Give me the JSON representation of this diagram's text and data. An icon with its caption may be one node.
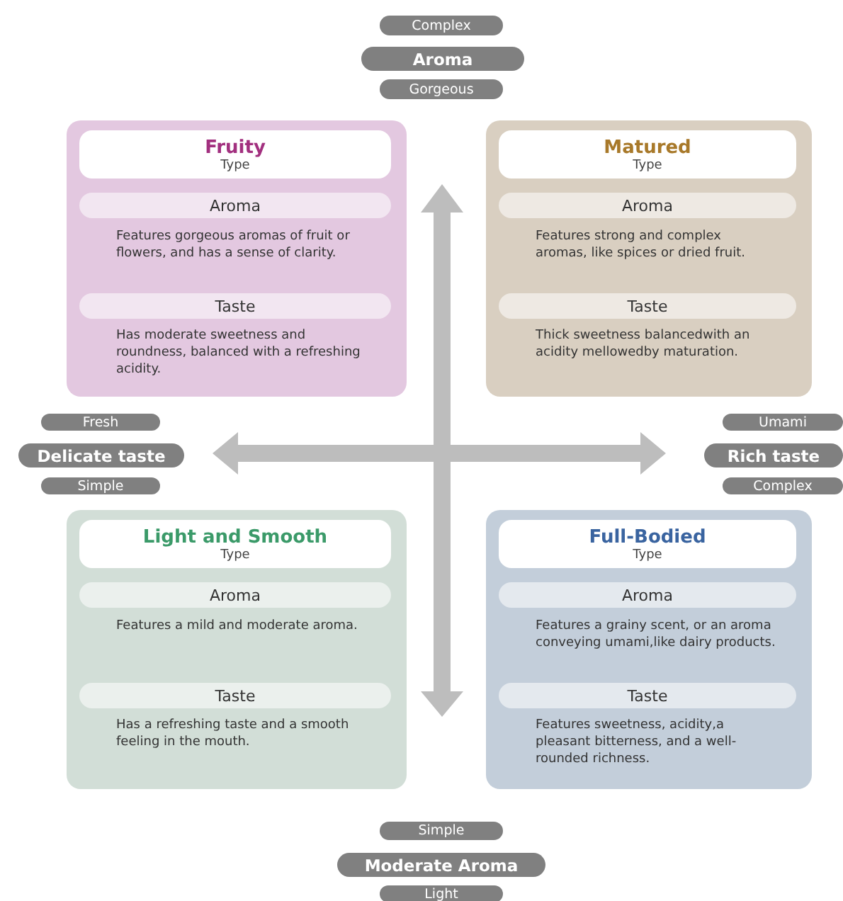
{
  "diagram": {
    "nodes": [
      {
        "text": [
          "Complex"
        ]
      },
      {
        "text": [
          "Aroma"
        ]
      },
      {
        "text": [
          "Gorgeous"
        ]
      },
      {
        "text": [
          "Features gorgeous aromas of fruit or flowers, and has a sense of clarity.",
          "Has moderate sweetness and roundness, balanced with a refreshing acidity."
        ]
      },
      {
        "text": [
          "Fruity",
          "Type"
        ],
        "in": 3
      },
      {
        "text": [
          "Aroma"
        ],
        "in": 3
      },
      {
        "text": [
          "Taste"
        ],
        "in": 3
      },
      {
        "text": [
          "Features strong and complex aromas, like spices or dried fruit.",
          "Thick sweetness balancedwith an acidity mellowedby maturation."
        ]
      },
      {
        "text": [
          "Matured",
          "Type"
        ],
        "in": 7
      },
      {
        "text": [
          "Aroma"
        ],
        "in": 7
      },
      {
        "text": [
          "Taste"
        ],
        "in": 7
      },
      {
        "text": [
          "Fresh"
        ]
      },
      {
        "text": [
          "**Delicate** taste"
        ]
      },
      {
        "text": [
          "Simple"
        ]
      },
      {
        "text": [
          "Umami"
        ]
      },
      {
        "text": [
          "**Rich** taste"
        ]
      },
      {
        "text": [
          "Complex"
        ]
      },
      {
        "text": [
          "Features a mild and moderate aroma.",
          "Has a refreshing taste and a smooth feeling in the mouth."
        ]
      },
      {
        "text": [
          "Light and Smooth",
          "Type"
        ],
        "in": 17
      },
      {
        "text": [
          "Aroma"
        ],
        "in": 17
      },
      {
        "text": [
          "Taste"
        ],
        "in": 17
      },
      {
        "text": [
          "Features a grainy scent, or an aroma conveying umami,like dairy products.",
          "Features sweetness, acidity,a pleasant bitterness, and a well-rounded richness."
        ]
      },
      {
        "text": [
          "Full-Bodied",
          "Type"
        ],
        "in": 21
      },
      {
        "text": [
          "Aroma"
        ],
        "in": 21
      },
      {
        "text": [
          "Taste"
        ],
        "in": 21
      },
      {
        "text": [
          "Simple"
        ]
      },
      {
        "text": [
          "Moderate Aroma"
        ]
      },
      {
        "text": [
          "Light"
        ]
      }
    ],
    "edges": []
  }
}
